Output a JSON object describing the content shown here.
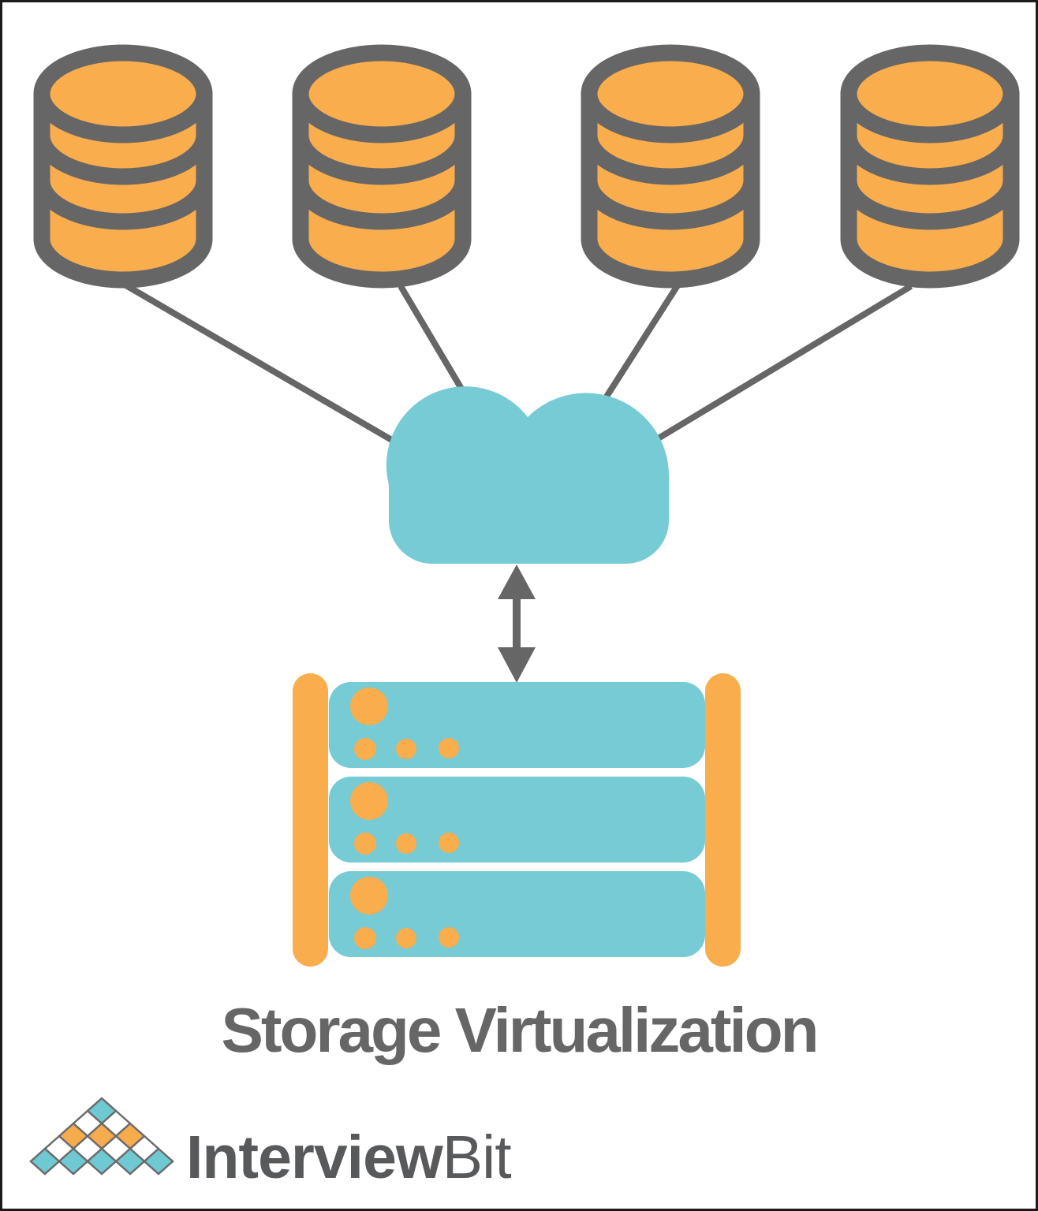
{
  "diagram": {
    "title": "Storage Virtualization",
    "components": {
      "databases": {
        "icon": "database-cylinder-icon",
        "count": 4
      },
      "cloud": {
        "icon": "cloud-icon"
      },
      "link": {
        "icon": "double-arrow-icon",
        "connector_lines": 4
      },
      "server_rack": {
        "icon": "server-rack-icon",
        "server_units": 3
      }
    }
  },
  "logo": {
    "text_bold": "Interview",
    "text_light": "Bit",
    "pyramid_rows": [
      [
        "teal"
      ],
      [
        "white",
        "white"
      ],
      [
        "orange",
        "orange",
        "orange"
      ],
      [
        "white",
        "white",
        "white",
        "white"
      ],
      [
        "teal",
        "teal",
        "teal",
        "teal",
        "teal"
      ]
    ]
  },
  "theme": {
    "colors": {
      "orange": "#F9AD4D",
      "teal": "#76CBD4",
      "gray": "#666666",
      "title-gray": "#666666",
      "logo-text": "#58595B",
      "logo-teal": "#6FC9D2",
      "logo-orange": "#F6AB4C",
      "logo-white": "#FFFFFF",
      "logo-stroke": "#6B6B6B",
      "border": "#1B1B1B",
      "background": "#FFFFFF"
    }
  }
}
